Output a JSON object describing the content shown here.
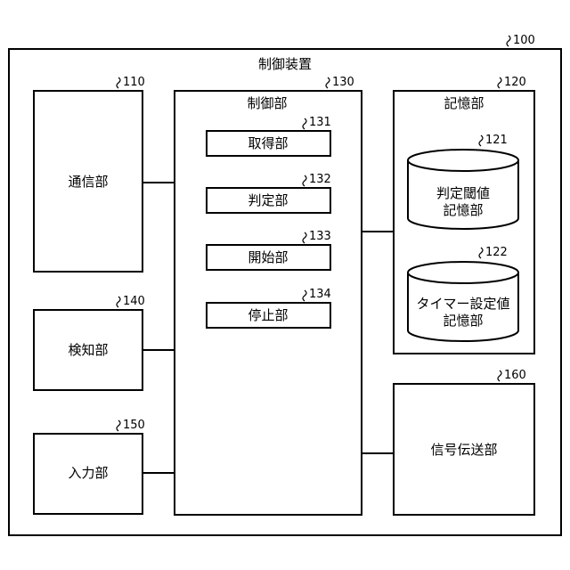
{
  "device": {
    "ref": "100",
    "title": "制御装置"
  },
  "communication": {
    "ref": "110",
    "label": "通信部"
  },
  "detection": {
    "ref": "140",
    "label": "検知部"
  },
  "input": {
    "ref": "150",
    "label": "入力部"
  },
  "control": {
    "ref": "130",
    "label": "制御部",
    "units": [
      {
        "ref": "131",
        "label": "取得部"
      },
      {
        "ref": "132",
        "label": "判定部"
      },
      {
        "ref": "133",
        "label": "開始部"
      },
      {
        "ref": "134",
        "label": "停止部"
      }
    ]
  },
  "storage": {
    "ref": "120",
    "label": "記憶部",
    "dbs": [
      {
        "ref": "121",
        "line1": "判定閾値",
        "line2": "記憶部"
      },
      {
        "ref": "122",
        "line1": "タイマー設定値",
        "line2": "記憶部"
      }
    ]
  },
  "signal": {
    "ref": "160",
    "label": "信号伝送部"
  }
}
